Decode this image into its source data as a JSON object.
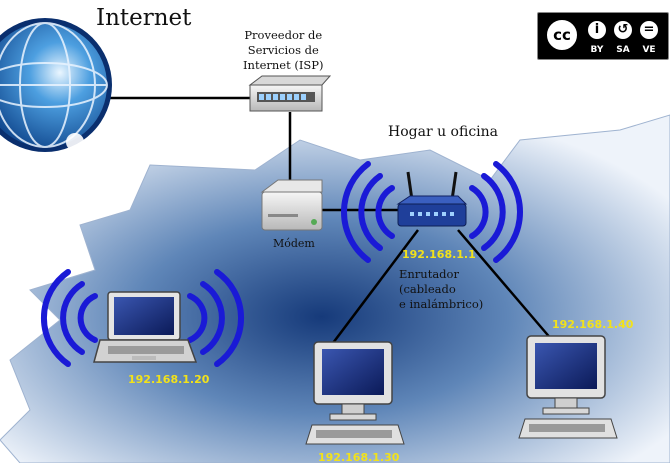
{
  "title": "Internet",
  "isp_label": [
    "Proveedor de",
    "Servicios de",
    "Internet (ISP)"
  ],
  "home_label": "Hogar u oficina",
  "modem_label": "Módem",
  "router_label": [
    "Enrutador",
    "(cableado",
    "e inalámbrico)"
  ],
  "router_ip": "192.168.1.1",
  "laptop_ip": "192.168.1.20",
  "pc1_ip": "192.168.1.30",
  "pc2_ip": "192.168.1.40",
  "license": {
    "badge_text": "cc",
    "icons": [
      "i",
      "↺",
      "="
    ],
    "tags": [
      "BY",
      "SA",
      "VE"
    ]
  },
  "colors": {
    "wifi": "#1a1ad6",
    "ip_text": "#f2e21a",
    "cloud_center": "#173a78",
    "router_body": "#1f3f9a"
  }
}
